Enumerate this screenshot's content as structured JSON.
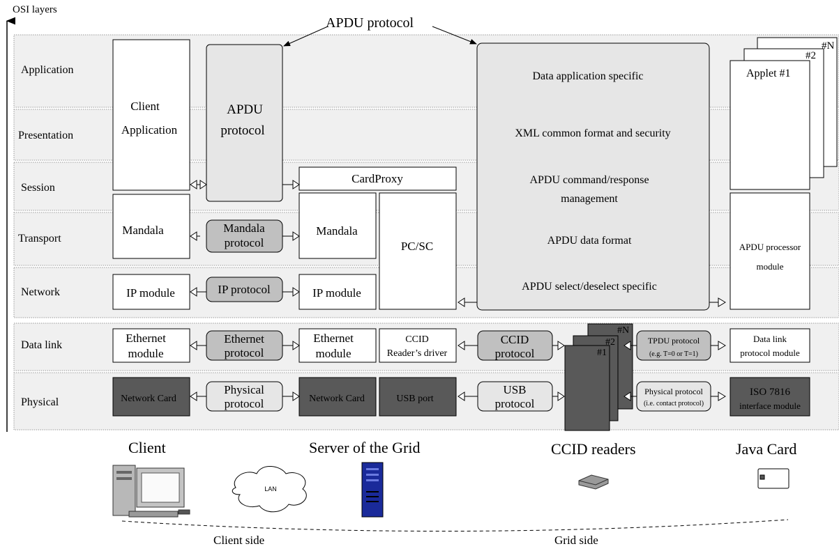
{
  "axis_title": "OSI layers",
  "layers": [
    "Application",
    "Presentation",
    "Session",
    "Transport",
    "Network",
    "Data link",
    "Physical"
  ],
  "top_annotation": "APDU protocol",
  "client_app": [
    "Client",
    "Application"
  ],
  "apdu_protocol_box": [
    "APDU",
    "protocol"
  ],
  "cardproxy": "CardProxy",
  "mandala_left": "Mandala",
  "mandala_protocol": [
    "Mandala",
    "protocol"
  ],
  "mandala_right": "Mandala",
  "pcsc": "PC/SC",
  "ip_module_left": "IP module",
  "ip_protocol": "IP protocol",
  "ip_module_right": "IP module",
  "ethernet_left": [
    "Ethernet",
    "module"
  ],
  "ethernet_protocol": [
    "Ethernet",
    "protocol"
  ],
  "ethernet_right": [
    "Ethernet",
    "module"
  ],
  "ccid_driver": [
    "CCID",
    "Reader’s driver"
  ],
  "ccid_protocol": [
    "CCID",
    "protocol"
  ],
  "network_card_left": "Network Card",
  "physical_protocol_left": [
    "Physical",
    "protocol"
  ],
  "network_card_right": "Network Card",
  "usb_port": "USB port",
  "usb_protocol": [
    "USB",
    "protocol"
  ],
  "big_box_lines": [
    "Data application specific",
    "XML common format and security",
    "APDU command/response",
    "management",
    "APDU data format",
    "APDU select/deselect specific"
  ],
  "applets": [
    "Applet #1",
    "#2",
    "#N"
  ],
  "readers_stack": [
    "#1",
    "#2",
    "#N"
  ],
  "apdu_processor": [
    "APDU processor",
    "module"
  ],
  "tpdu_protocol": [
    "TPDU protocol",
    "(e.g. T=0 or T=1)"
  ],
  "datalink_module": [
    "Data link",
    "protocol module"
  ],
  "physical_protocol_right": [
    "Physical protocol",
    "(i.e. contact protocol)"
  ],
  "iso_module": [
    "ISO 7816",
    "interface module"
  ],
  "devices": {
    "client": "Client",
    "server": "Server of the Grid",
    "readers": "CCID readers",
    "card": "Java Card",
    "lan": "LAN"
  },
  "sides": {
    "client": "Client side",
    "grid": "Grid side"
  }
}
